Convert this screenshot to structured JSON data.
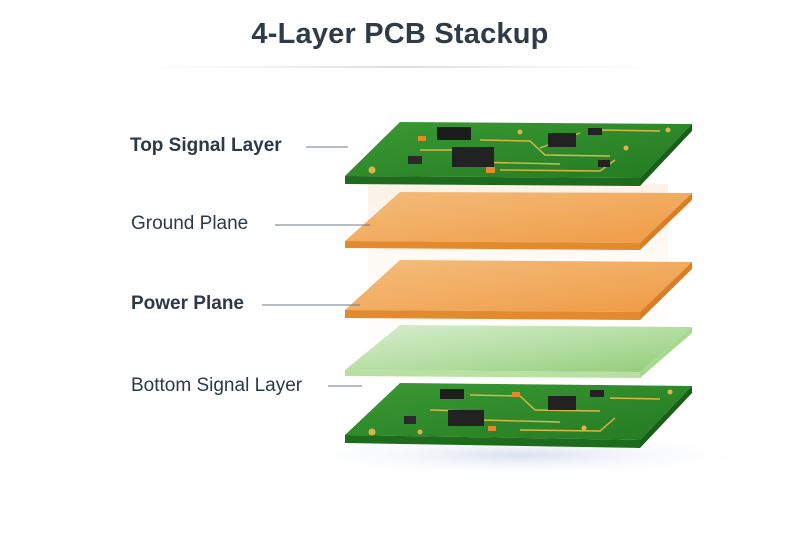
{
  "title": "4-Layer PCB Stackup",
  "layers": [
    {
      "label": "Top Signal Layer",
      "type": "signal"
    },
    {
      "label": "Ground Plane",
      "type": "copper"
    },
    {
      "label": "Power Plane",
      "type": "copper"
    },
    {
      "label": "Bottom Signal Layer",
      "type": "dielectric-signal"
    }
  ],
  "colors": {
    "pcb_green": "#2f8a2c",
    "copper": "#f0a04a",
    "dielectric": "#9fd38a",
    "title": "#2f3c47",
    "label": "#2b3a46"
  }
}
